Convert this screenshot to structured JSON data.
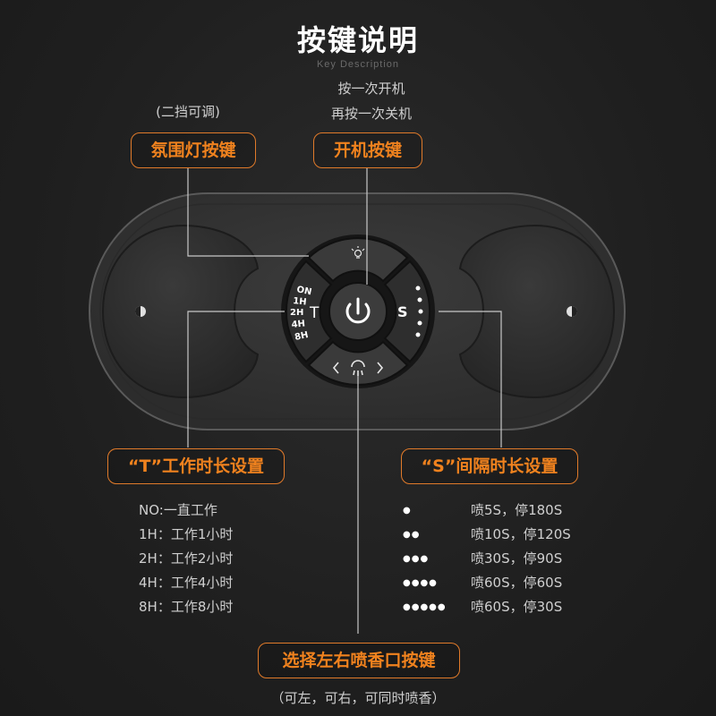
{
  "header": {
    "title": "按键说明",
    "subtitle": "Key Description",
    "power_note_1": "按一次开机",
    "power_note_2": "再按一次关机"
  },
  "labels": {
    "ambient_note": "(二挡可调)",
    "ambient_button": "氛围灯按键",
    "power_button": "开机按键",
    "t_setting": "“T”工作时长设置",
    "s_setting": "“S”间隔时长设置",
    "spray_button": "选择左右喷香口按键",
    "spray_note": "（可左，可右，可同时喷香）"
  },
  "device": {
    "t_options": [
      "ON",
      "1H",
      "2H",
      "4H",
      "8H"
    ],
    "t_letter": "T",
    "s_letter": "S"
  },
  "t_list": [
    "NO:一直工作",
    "1H：工作1小时",
    "2H：工作2小时",
    "4H：工作4小时",
    "8H：工作8小时"
  ],
  "s_list": [
    {
      "dots": "●",
      "text": "喷5S，停180S"
    },
    {
      "dots": "●●",
      "text": "喷10S，停120S"
    },
    {
      "dots": "●●●",
      "text": "喷30S，停90S"
    },
    {
      "dots": "●●●●",
      "text": "喷60S，停60S"
    },
    {
      "dots": "●●●●●",
      "text": "喷60S，停30S"
    }
  ],
  "colors": {
    "accent": "#f0821e",
    "background": "#1f1f1f",
    "device_body": "#3a3a3a"
  }
}
